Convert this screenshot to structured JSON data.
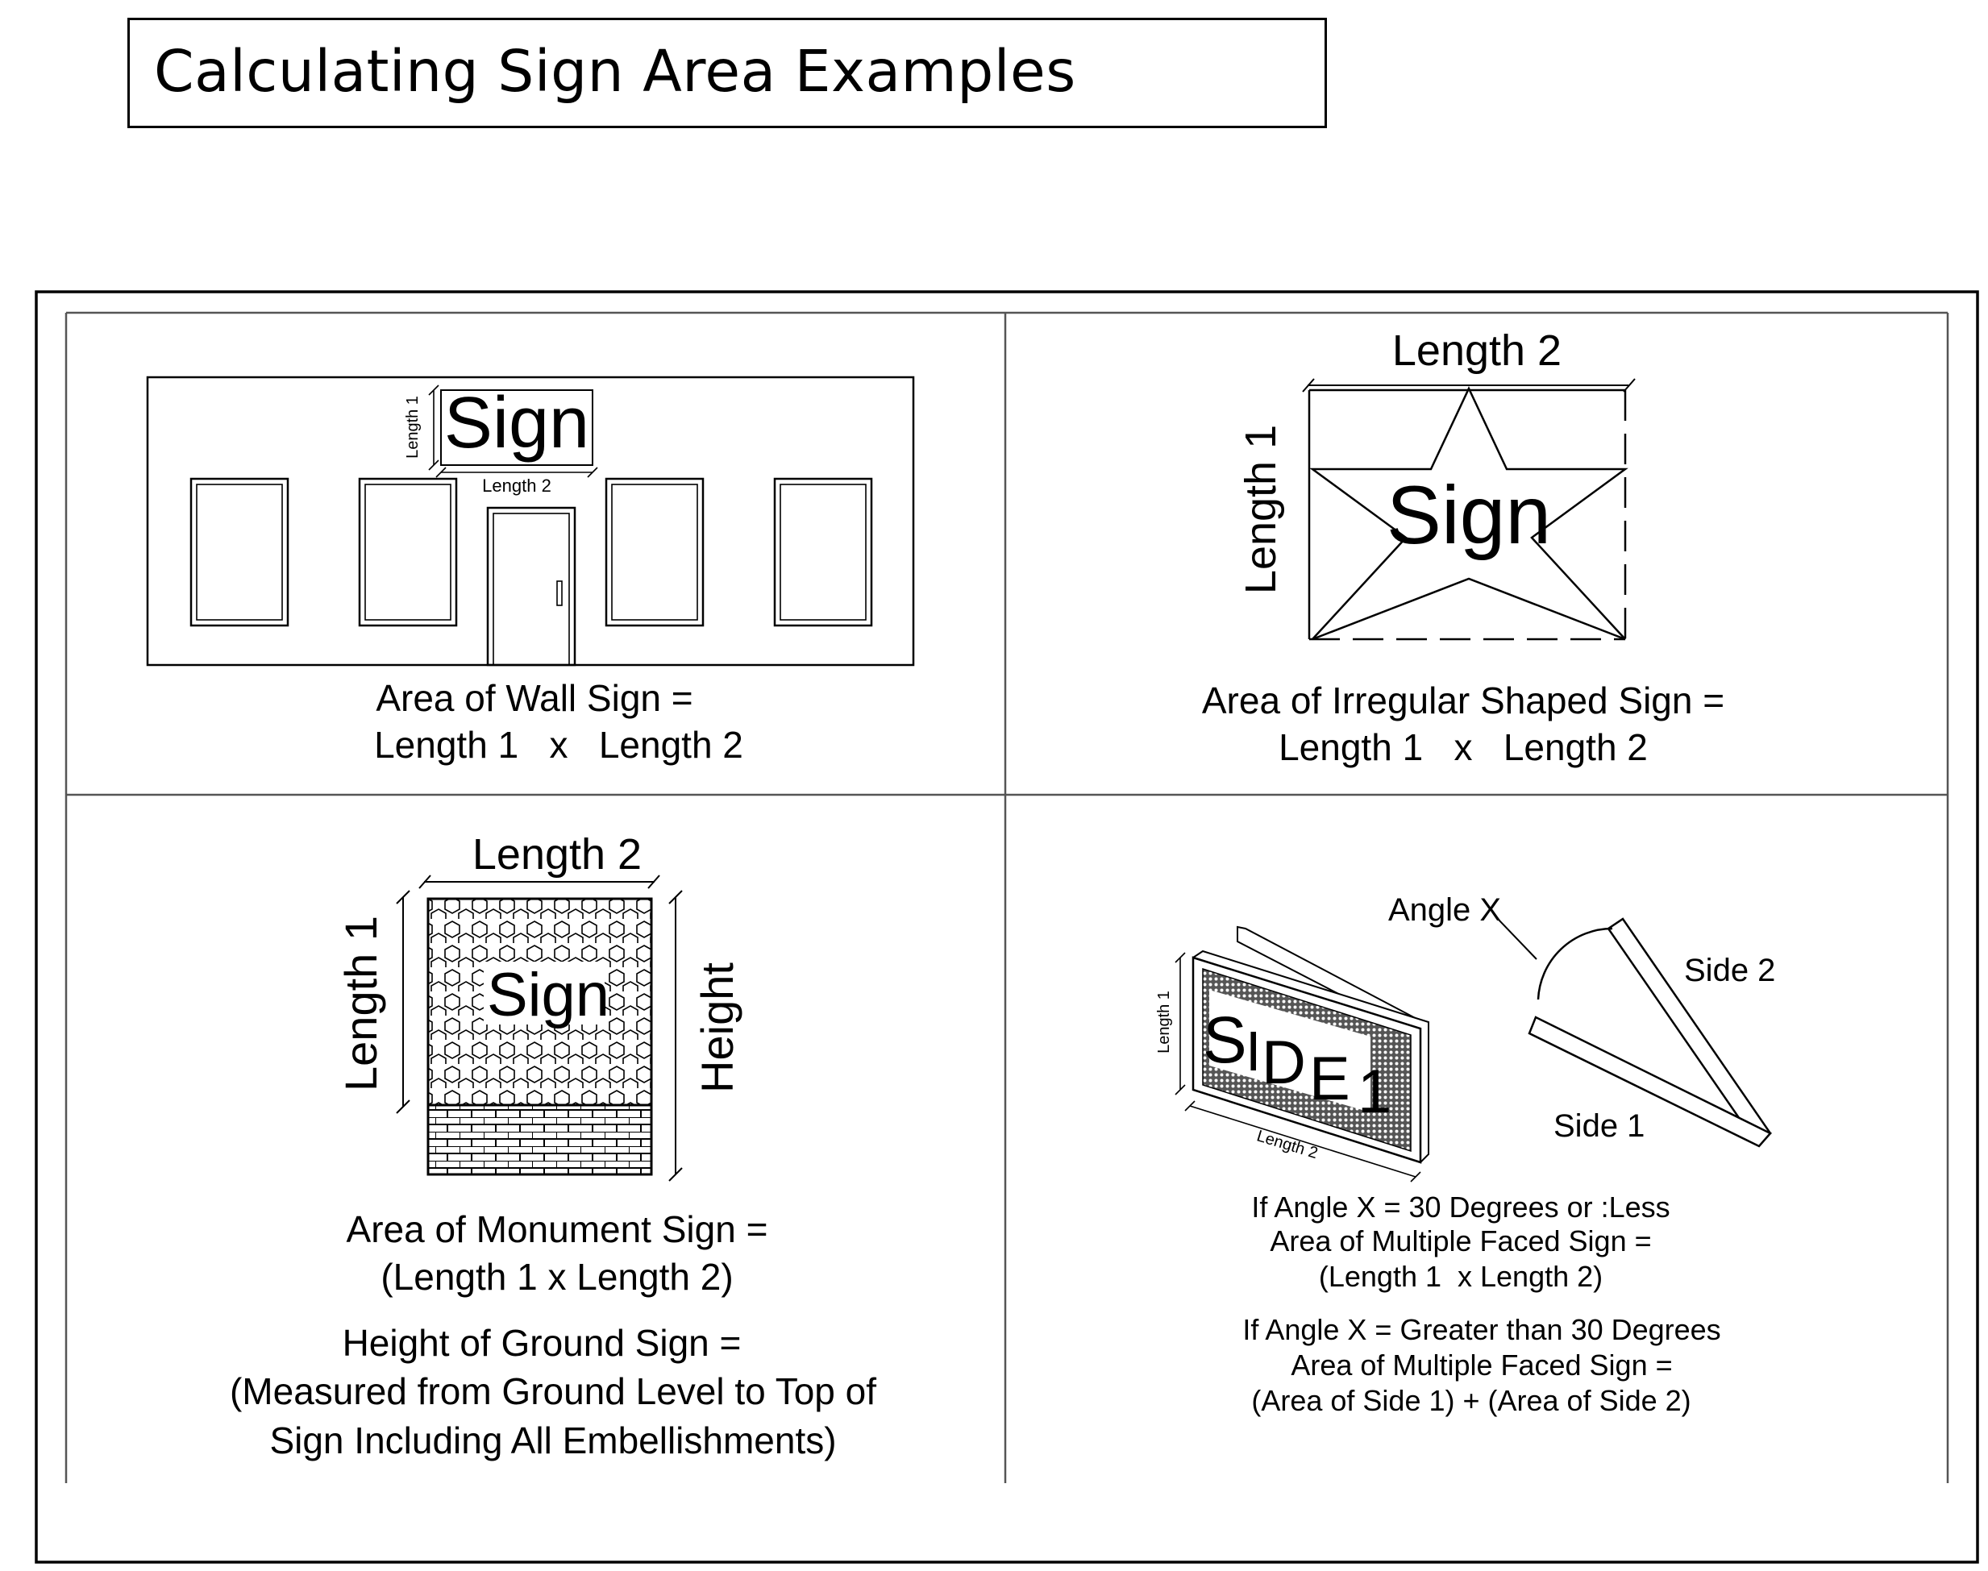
{
  "title": "Calculating Sign Area Examples",
  "panels": {
    "wall": {
      "sign": "Sign",
      "length1": "Length 1",
      "length2": "Length 2",
      "caption_line1": "Area of Wall Sign =",
      "caption_line2": "Length 1   x   Length 2"
    },
    "irregular": {
      "length2": "Length 2",
      "length1": "Length 1",
      "sign": "Sign",
      "caption_line1": "Area of Irregular Shaped Sign =",
      "caption_line2": "Length 1   x   Length 2"
    },
    "monument": {
      "length2": "Length 2",
      "length1": "Length 1",
      "height": "Height",
      "sign": "Sign",
      "caption_line1": "Area of Monument Sign =",
      "caption_line2": "(Length 1 x Length 2)",
      "caption_line3": "Height of Ground Sign =",
      "caption_line4": "(Measured from Ground Level to Top of",
      "caption_line5": "Sign Including All Embellishments)"
    },
    "multi": {
      "angle": "Angle X",
      "side2": "Side 2",
      "side1": "Side 1",
      "length1": "Length 1",
      "length2": "Length 2",
      "face_s": "S",
      "face_i": "I",
      "face_d": "D",
      "face_e": "E",
      "face_1": "1",
      "text1_line1": "If Angle X = 30 Degrees or :Less",
      "text1_line2": "Area of Multiple Faced Sign =",
      "text1_line3": "(Length 1  x Length 2)",
      "text2_line1": "If Angle X = Greater than 30 Degrees",
      "text2_line2": "Area of Multiple Faced Sign =",
      "text2_line3": "(Area of Side 1) + (Area of Side 2)"
    }
  }
}
